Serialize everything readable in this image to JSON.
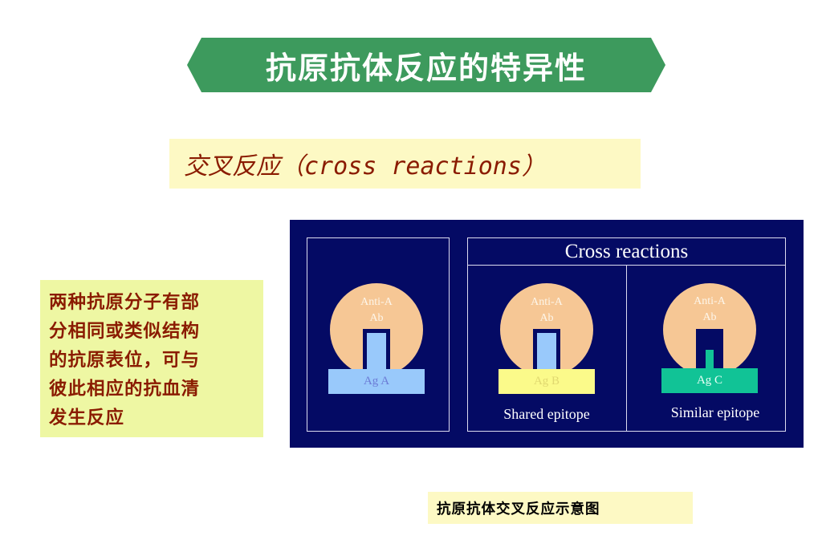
{
  "title": "抗原抗体反应的特异性",
  "subtitle": "交叉反应（cross reactions）",
  "note": {
    "lines": [
      "两种抗原分子有部",
      "分相同或类似结构",
      "的抗原表位，可与",
      "彼此相应的抗血清",
      "发生反应"
    ]
  },
  "diagram": {
    "header": "Cross reactions",
    "antibody_label_line1": "Anti-A",
    "antibody_label_line2": "Ab",
    "panels": [
      {
        "antigen": "Ag A",
        "caption": ""
      },
      {
        "antigen": "Ag B",
        "caption": "Shared epitope"
      },
      {
        "antigen": "Ag C",
        "caption": "Similar epitope"
      }
    ]
  },
  "figure_caption": "抗原抗体交叉反应示意图",
  "colors": {
    "title_banner": "#3d9a5d",
    "subtitle_bg": "#fdf9c4",
    "note_bg": "#eef7a3",
    "text_red": "#8a1b00",
    "diagram_bg": "#040a64",
    "antibody": "#f6c795",
    "antigen_a": "#99c9fb",
    "antigen_b": "#fbfa8a",
    "antigen_c": "#11c396"
  }
}
